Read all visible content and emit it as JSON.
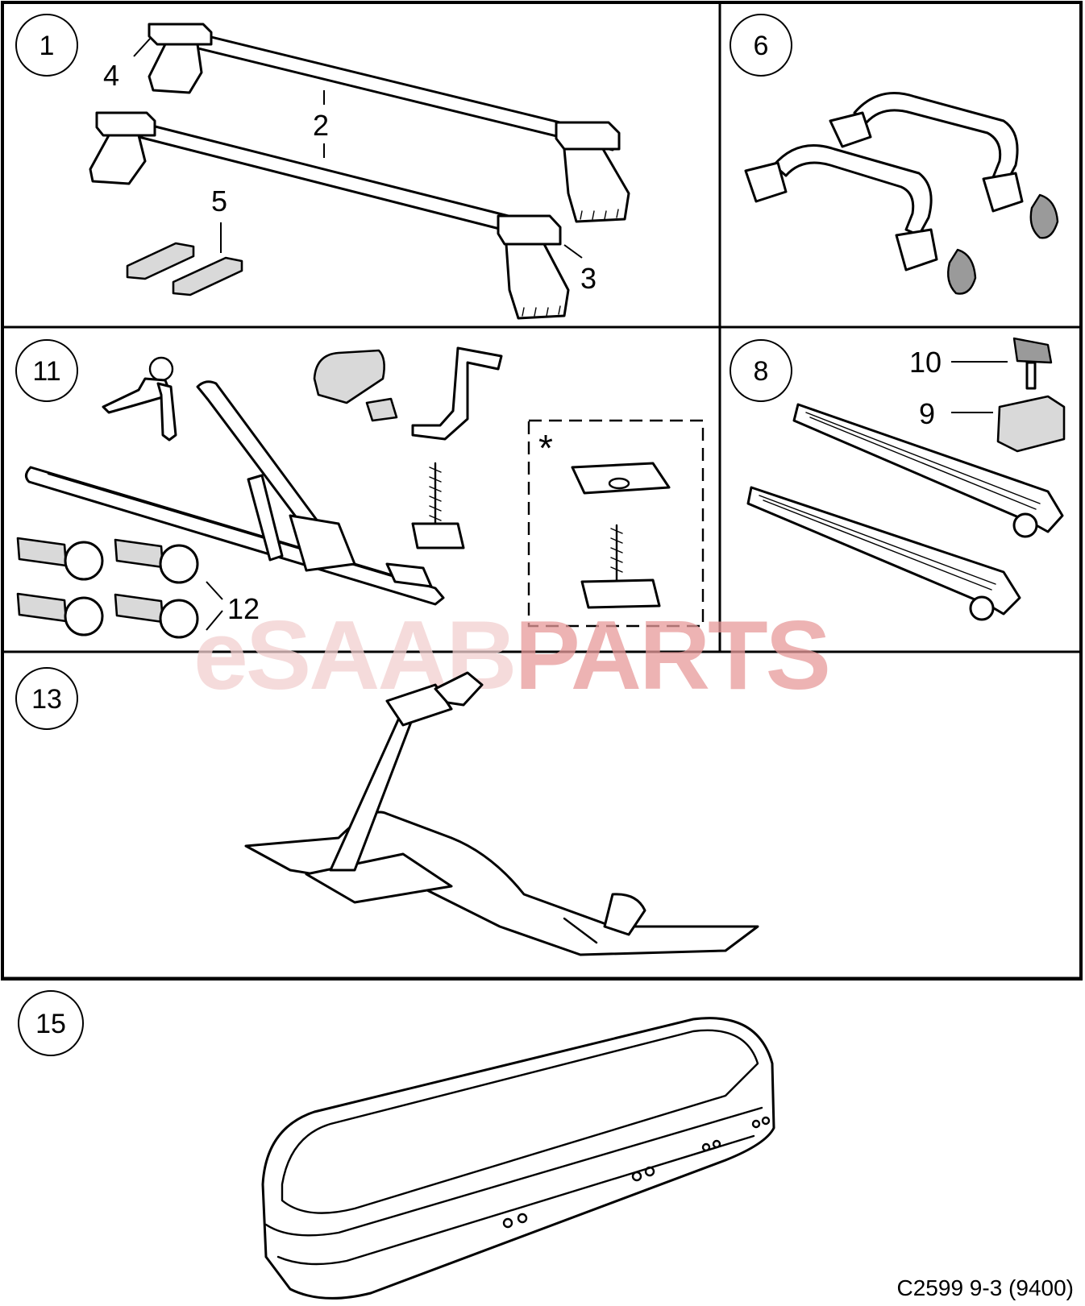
{
  "diagram": {
    "panels": [
      {
        "id": "1",
        "callout": "1"
      },
      {
        "id": "6",
        "callout": "6"
      },
      {
        "id": "11",
        "callout": "11"
      },
      {
        "id": "8",
        "callout": "8"
      },
      {
        "id": "13",
        "callout": "13"
      },
      {
        "id": "15",
        "callout": "15"
      }
    ],
    "part_labels": {
      "p1_bars": "2",
      "p1_end_cap": "3",
      "p1_top_cap": "4",
      "p1_pads": "5",
      "p8_bolt": "10",
      "p8_block": "9",
      "p11_locks": "12",
      "p11_optional": "*"
    },
    "watermark": {
      "prefix": "eSAAB",
      "suffix": "PARTS",
      "prefix_color": "#f2cfcf",
      "suffix_color": "#e79a9a"
    },
    "reference_code": "C2599 9-3 (9400)"
  }
}
